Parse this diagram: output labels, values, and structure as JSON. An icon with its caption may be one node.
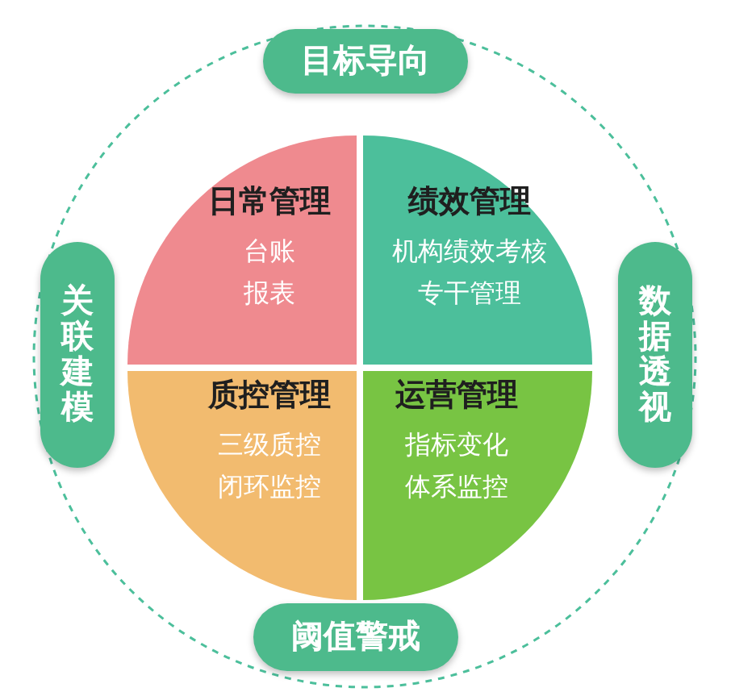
{
  "diagram": {
    "nodes": [
      {
        "text": [
          "目标导向"
        ]
      },
      {
        "text": [
          "关联建模"
        ]
      },
      {
        "text": [
          "日常管理",
          "台账",
          "报表"
        ]
      },
      {
        "text": [
          "绩效管理",
          "机构绩效考核",
          "专干管理"
        ]
      },
      {
        "text": [
          "数据透视"
        ]
      },
      {
        "text": [
          "质控管理",
          "三级质控",
          "闭环监控"
        ]
      },
      {
        "text": [
          "运营管理",
          "指标变化",
          "体系监控"
        ]
      },
      {
        "text": [
          "阈值警戒"
        ]
      }
    ]
  }
}
